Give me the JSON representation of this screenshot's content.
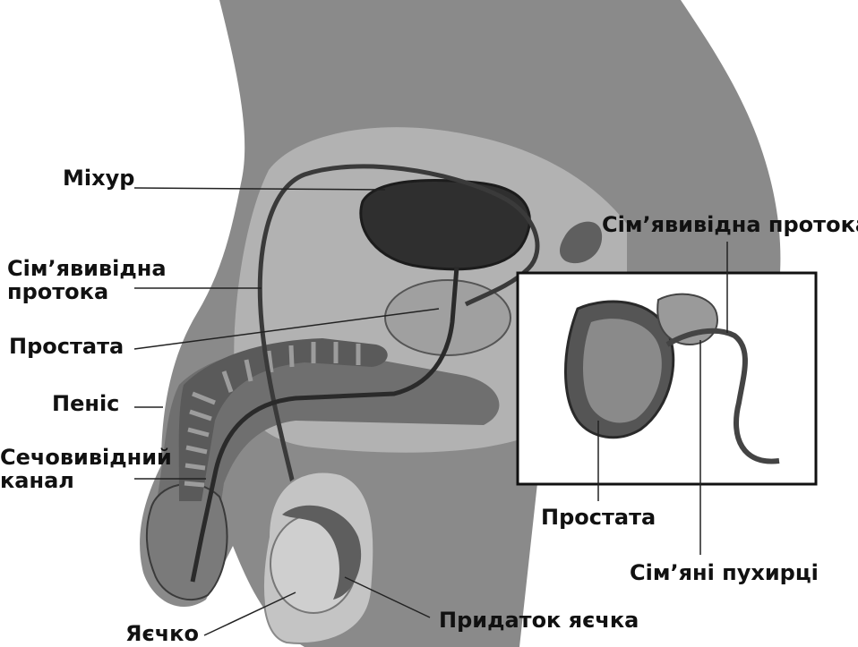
{
  "labels": {
    "bladder": "Міхур",
    "vas_deferens_left": "Сім’явивідна\nпротока",
    "prostate_left": "Простата",
    "penis": "Пеніс",
    "urethra": "Сечовивідний\nканал",
    "testicle": "Яєчко",
    "epididymis": "Придаток яєчка",
    "vas_deferens_right": "Сім’явивідна протока",
    "prostate_inset": "Простата",
    "seminal_vesicles": "Сім’яні пухирці"
  }
}
